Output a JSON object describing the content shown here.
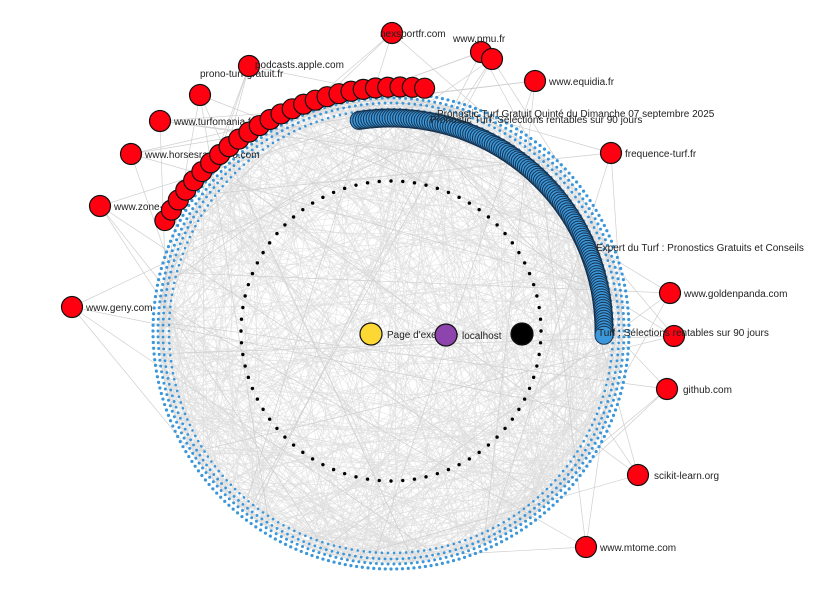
{
  "graph": {
    "colors": {
      "external": "#ff0011",
      "internal": "#3b97d9",
      "anchor": "#000000",
      "center": "#fdd835",
      "localhost": "#8e44ad",
      "edge": "#dddddd",
      "edge_external": "#cfcfcf",
      "node_stroke": "#111111"
    },
    "center_nodes": [
      {
        "id": "example",
        "label": "Page d'exemple",
        "color": "center"
      },
      {
        "id": "localhost",
        "label": "localhost",
        "color": "localhost"
      },
      {
        "id": "hub",
        "label": "",
        "color": "anchor"
      }
    ],
    "external_nodes": [
      {
        "label": "www.pmu.fr"
      },
      {
        "label": ""
      },
      {
        "label": "www.equidia.fr"
      },
      {
        "label": "frequence-turf.fr"
      },
      {
        "label": "www.goldenpanda.com"
      },
      {
        "label": ""
      },
      {
        "label": "github.com"
      },
      {
        "label": "scikit-learn.org"
      },
      {
        "label": "www.mtome.com"
      },
      {
        "label": "www.geny.com"
      },
      {
        "label": "www.zone-turf.fr"
      },
      {
        "label": "www.horsesracespro.com"
      },
      {
        "label": "www.turfomania.fr"
      },
      {
        "label": "prono-turf-gratuit.fr"
      },
      {
        "label": "podcasts.apple.com"
      },
      {
        "label": "nexsportfr.com"
      }
    ],
    "floating_labels": [
      "Pronostic Turf Gratuit Quinté du Dimanche 07 septembre 2025",
      "Pronostic Turf: Sélections rentables sur 90 jours",
      "Expert du Turf : Pronostics Gratuits et Conseils",
      "Turf : Sélections rentables sur 90 jours"
    ]
  }
}
